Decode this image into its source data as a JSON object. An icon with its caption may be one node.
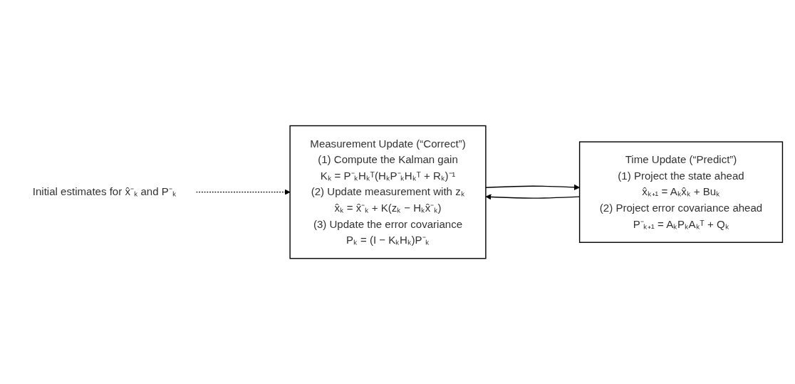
{
  "diagram": {
    "nodes": [
      {
        "text": [
          "Initial estimates for x̂⁻ₖ and P⁻ₖ"
        ]
      },
      {
        "text": [
          "Time Update (“Predict”)",
          "(1) Project the state ahead",
          "x̂ₖ₊₁ = Aₖx̂ₖ + Buₖ",
          "(2) Project error covariance ahead",
          "P⁻ₖ₊₁ = AₖPₖAₖᵀ + Qₖ"
        ]
      },
      {
        "text": [
          "Measurement Update (“Correct”)",
          "(1) Compute the Kalman gain",
          "Kₖ = P⁻ₖHₖᵀ(HₖP⁻ₖHₖᵀ + Rₖ)⁻¹",
          "(2) Update measurement with zₖ",
          "x̂ₖ = x̂⁻ₖ + K(zₖ − Hₖx̂⁻ₖ)",
          "(3) Update the error covariance",
          "Pₖ = (I − KₖHₖ)P⁻ₖ"
        ]
      }
    ],
    "edges": [
      {
        "from": 0,
        "to": 2,
        "arrow": "to",
        "style": "dashed"
      },
      {
        "from": 1,
        "to": 2,
        "arrow": "to"
      },
      {
        "from": 2,
        "to": 1,
        "arrow": "to"
      }
    ]
  }
}
